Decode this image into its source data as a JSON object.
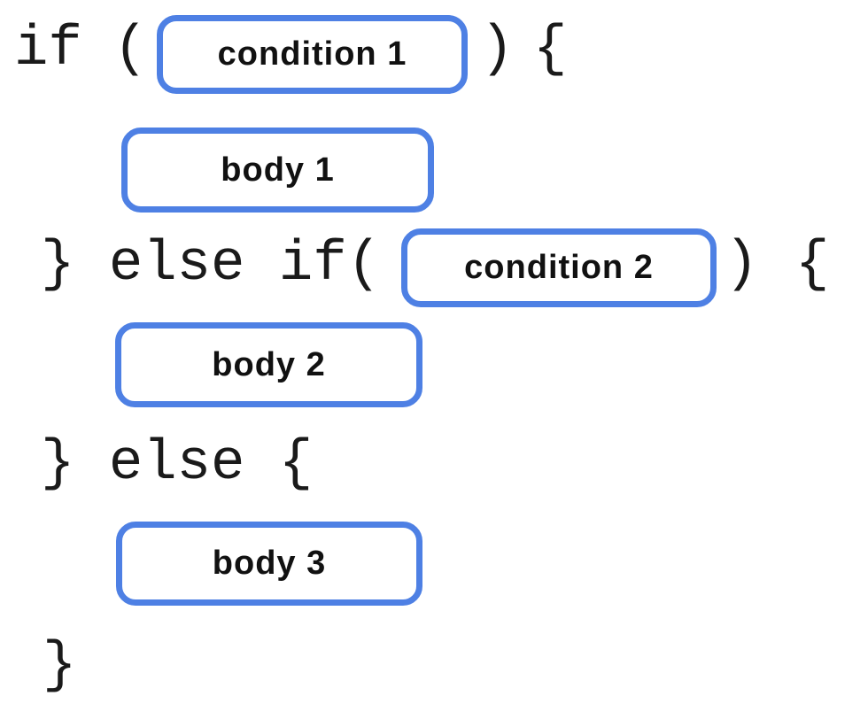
{
  "diagram": {
    "description": "if / else-if / else code structure diagram with placeholder chips",
    "colors": {
      "background": "#ffffff",
      "chip_border_blue": "#4e80e4",
      "chip_fill": "#ffffff",
      "code_text": "#1a1a1a",
      "chip_label_text": "#111111"
    },
    "code": {
      "if_keyword": "if",
      "if_open_paren": "(",
      "if_close_paren": ")",
      "if_open_brace": "{",
      "else_if_segment": "} else if(",
      "else_if_close_paren": ")",
      "else_if_open_brace": "{",
      "else_segment": "} else {",
      "closing_brace": "}"
    },
    "chips": [
      {
        "id": "condition-1",
        "label": "condition 1"
      },
      {
        "id": "body-1",
        "label": "body 1"
      },
      {
        "id": "condition-2",
        "label": "condition 2"
      },
      {
        "id": "body-2",
        "label": "body 2"
      },
      {
        "id": "body-3",
        "label": "body 3"
      }
    ]
  }
}
